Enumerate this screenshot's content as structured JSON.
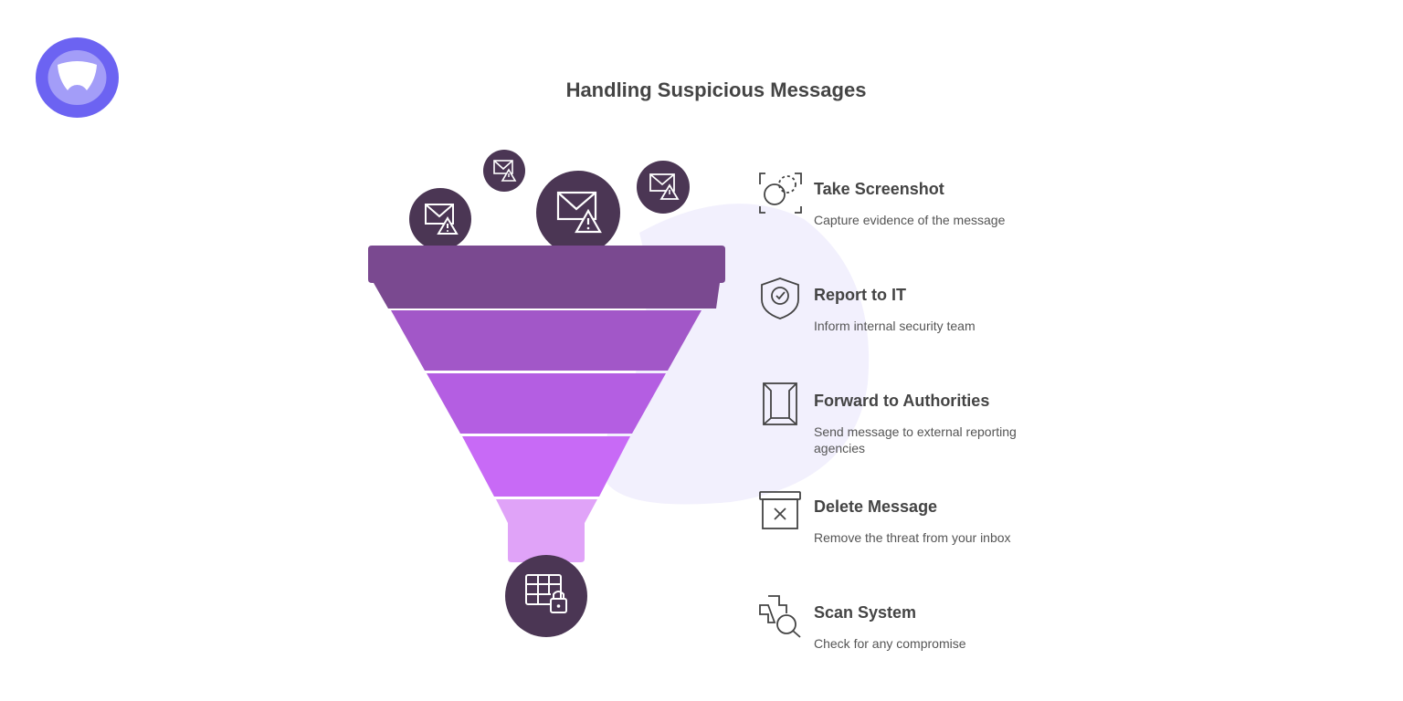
{
  "title": "Handling Suspicious Messages",
  "colors": {
    "text": "#444444",
    "circle": "#4b3654",
    "funnel_rim": "#7a4990",
    "funnel_tiers": [
      "#a257c8",
      "#b45ee2",
      "#c86af6",
      "#e0a3f8"
    ],
    "blob": "#f2f0fd",
    "logo_outer": "#6c63f2",
    "logo_inner": "#a39df8"
  },
  "funnel": {
    "input_icons": [
      "envelope-warning-icon",
      "envelope-warning-icon",
      "envelope-warning-icon",
      "envelope-warning-icon"
    ],
    "output_icon": "locked-table-icon"
  },
  "steps": [
    {
      "icon": "camera-capture-icon",
      "label": "Take Screenshot",
      "desc": "Capture evidence of the message"
    },
    {
      "icon": "shield-check-icon",
      "label": "Report to IT",
      "desc": "Inform internal security team"
    },
    {
      "icon": "envelope-forward-icon",
      "label": "Forward to Authorities",
      "desc": "Send message to external reporting agencies"
    },
    {
      "icon": "delete-box-icon",
      "label": "Delete Message",
      "desc": "Remove the threat from your inbox"
    },
    {
      "icon": "scan-search-icon",
      "label": "Scan System",
      "desc": "Check for any compromise"
    }
  ]
}
